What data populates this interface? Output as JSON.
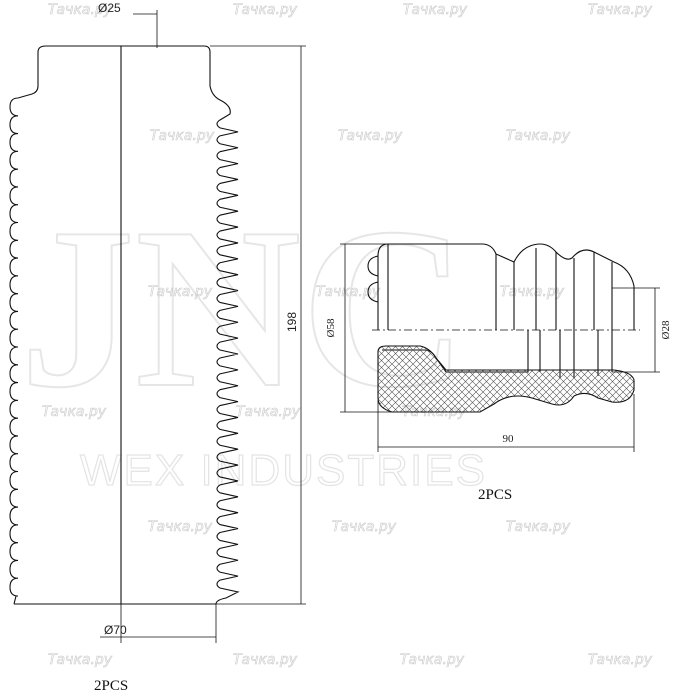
{
  "boot": {
    "top_diameter": "Ø25",
    "height": "198",
    "bottom_diameter": "Ø70",
    "quantity": "2PCS"
  },
  "bumper": {
    "outer_diameter": "Ø58",
    "inner_diameter": "Ø28",
    "length": "90",
    "quantity": "2PCS"
  },
  "watermarks": {
    "site": "Тачка.ру",
    "brand_letters": "JNC",
    "brand_line": "WEX INDUSTRIES"
  }
}
